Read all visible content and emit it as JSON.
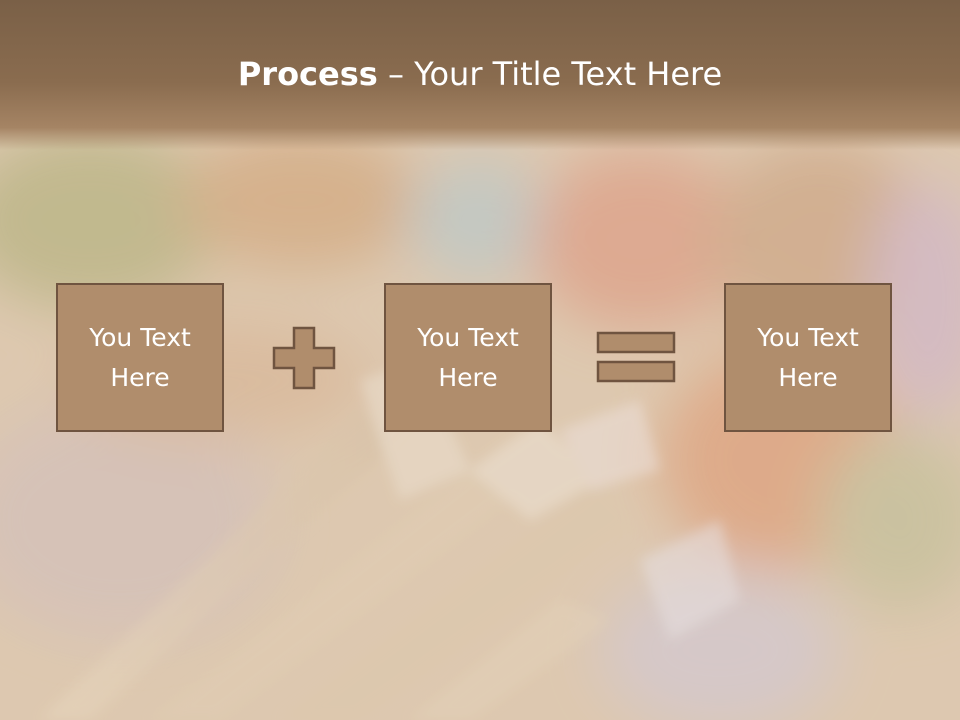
{
  "title": {
    "bold": "Process",
    "separator": " – ",
    "rest": "Your Title Text Here"
  },
  "boxes": [
    {
      "line1": "You Text",
      "line2": "Here"
    },
    {
      "line1": "You Text",
      "line2": "Here"
    },
    {
      "line1": "You Text",
      "line2": "Here"
    }
  ],
  "operators": [
    "plus-icon",
    "equals-icon"
  ],
  "colors": {
    "title_band": "#8a6c4f",
    "box_fill": "#b08d6c",
    "box_border": "#6f5440",
    "text": "#ffffff"
  }
}
